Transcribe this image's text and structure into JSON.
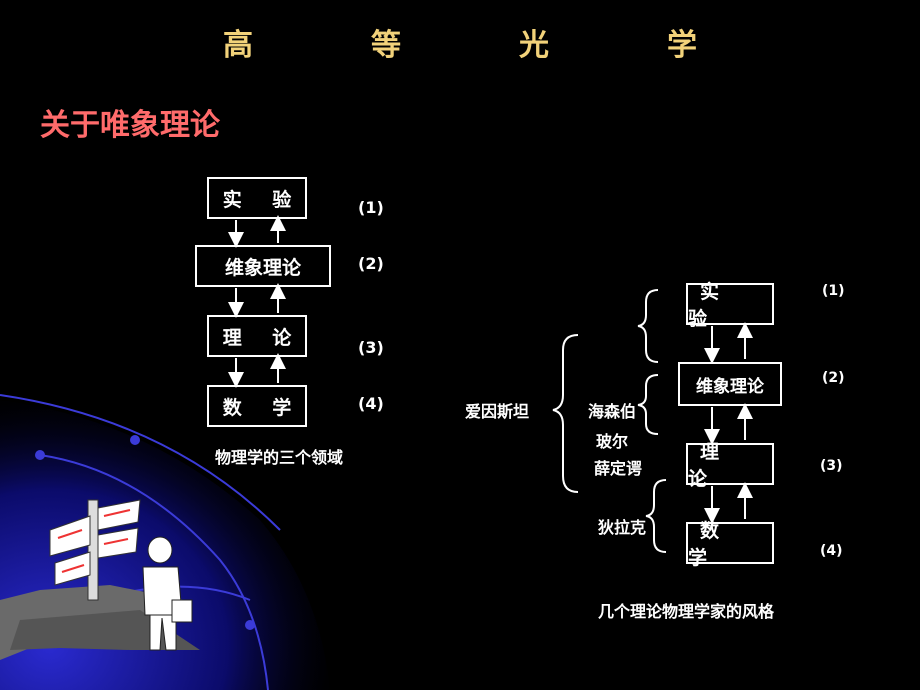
{
  "slide": {
    "title": "高　等　光　学",
    "subtitle": "关于唯象理论"
  },
  "left_diagram": {
    "boxes": [
      "实 验",
      "维象理论",
      "理 论",
      "数 学"
    ],
    "labels": [
      "(1)",
      "(2)",
      "(3)",
      "(4)"
    ],
    "caption": "物理学的三个领域"
  },
  "right_diagram": {
    "boxes": [
      "实 验",
      "维象理论",
      "理 论",
      "数 学"
    ],
    "labels": [
      "(1)",
      "(2)",
      "(3)",
      "(4)"
    ],
    "physicists": {
      "einstein": "爱因斯坦",
      "heisenberg": "海森伯",
      "bohr": "玻尔",
      "schrodinger": "薛定谔",
      "dirac": "狄拉克"
    },
    "caption": "几个理论物理学家的风格"
  },
  "colors": {
    "background": "#000000",
    "title": "#f2d27a",
    "subtitle": "#ff6b6b",
    "decoration": "#1a1aa0"
  },
  "decoration_icon": "signpost-figure-illustration"
}
